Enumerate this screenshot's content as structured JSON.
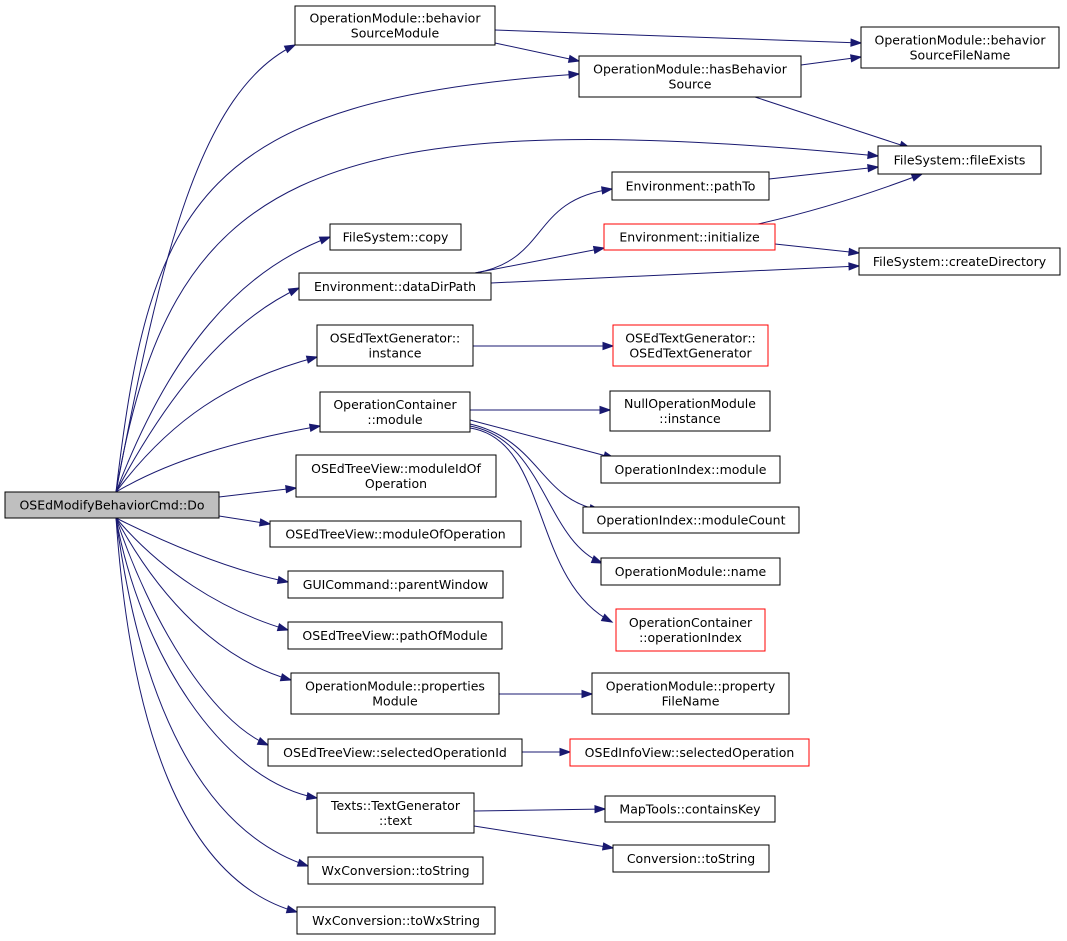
{
  "colors": {
    "edge": "#191970",
    "node_border": "#000000",
    "node_border_truncated": "#ff0000",
    "root_fill": "#bfbfbf",
    "node_fill": "#ffffff"
  },
  "nodes": [
    {
      "id": "root",
      "lines": [
        "OSEdModifyBehaviorCmd::Do"
      ],
      "style": "root"
    },
    {
      "id": "n1",
      "lines": [
        "OperationModule::behavior",
        "SourceModule"
      ],
      "style": "normal"
    },
    {
      "id": "n2",
      "lines": [
        "OperationModule::hasBehavior",
        "Source"
      ],
      "style": "normal"
    },
    {
      "id": "n3",
      "lines": [
        "FileSystem::fileExists"
      ],
      "style": "normal"
    },
    {
      "id": "n4",
      "lines": [
        "FileSystem::copy"
      ],
      "style": "normal"
    },
    {
      "id": "n5",
      "lines": [
        "Environment::dataDirPath"
      ],
      "style": "normal"
    },
    {
      "id": "n6",
      "lines": [
        "OSEdTextGenerator::",
        "instance"
      ],
      "style": "normal"
    },
    {
      "id": "n7",
      "lines": [
        "OperationContainer",
        "::module"
      ],
      "style": "normal"
    },
    {
      "id": "n8",
      "lines": [
        "OSEdTreeView::moduleIdOf",
        "Operation"
      ],
      "style": "normal"
    },
    {
      "id": "n9",
      "lines": [
        "OSEdTreeView::moduleOfOperation"
      ],
      "style": "normal"
    },
    {
      "id": "n10",
      "lines": [
        "GUICommand::parentWindow"
      ],
      "style": "normal"
    },
    {
      "id": "n11",
      "lines": [
        "OSEdTreeView::pathOfModule"
      ],
      "style": "normal"
    },
    {
      "id": "n12",
      "lines": [
        "OperationModule::properties",
        "Module"
      ],
      "style": "normal"
    },
    {
      "id": "n13",
      "lines": [
        "OSEdTreeView::selectedOperationId"
      ],
      "style": "normal"
    },
    {
      "id": "n14",
      "lines": [
        "Texts::TextGenerator",
        "::text"
      ],
      "style": "normal"
    },
    {
      "id": "n15",
      "lines": [
        "WxConversion::toString"
      ],
      "style": "normal"
    },
    {
      "id": "n16",
      "lines": [
        "WxConversion::toWxString"
      ],
      "style": "normal"
    },
    {
      "id": "n17",
      "lines": [
        "OperationModule::behavior",
        "SourceFileName"
      ],
      "style": "normal"
    },
    {
      "id": "n18",
      "lines": [
        "Environment::pathTo"
      ],
      "style": "normal"
    },
    {
      "id": "n19",
      "lines": [
        "Environment::initialize"
      ],
      "style": "truncated"
    },
    {
      "id": "n20",
      "lines": [
        "FileSystem::createDirectory"
      ],
      "style": "normal"
    },
    {
      "id": "n21",
      "lines": [
        "OSEdTextGenerator::",
        "OSEdTextGenerator"
      ],
      "style": "truncated"
    },
    {
      "id": "n22",
      "lines": [
        "NullOperationModule",
        "::instance"
      ],
      "style": "normal"
    },
    {
      "id": "n23",
      "lines": [
        "OperationIndex::module"
      ],
      "style": "normal"
    },
    {
      "id": "n24",
      "lines": [
        "OperationIndex::moduleCount"
      ],
      "style": "normal"
    },
    {
      "id": "n25",
      "lines": [
        "OperationModule::name"
      ],
      "style": "normal"
    },
    {
      "id": "n26",
      "lines": [
        "OperationContainer",
        "::operationIndex"
      ],
      "style": "truncated"
    },
    {
      "id": "n27",
      "lines": [
        "OperationModule::property",
        "FileName"
      ],
      "style": "normal"
    },
    {
      "id": "n28",
      "lines": [
        "OSEdInfoView::selectedOperation"
      ],
      "style": "truncated"
    },
    {
      "id": "n29",
      "lines": [
        "MapTools::containsKey"
      ],
      "style": "normal"
    },
    {
      "id": "n30",
      "lines": [
        "Conversion::toString"
      ],
      "style": "normal"
    }
  ],
  "edges": [
    [
      "root",
      "n1"
    ],
    [
      "root",
      "n2"
    ],
    [
      "root",
      "n3"
    ],
    [
      "root",
      "n4"
    ],
    [
      "root",
      "n5"
    ],
    [
      "root",
      "n6"
    ],
    [
      "root",
      "n7"
    ],
    [
      "root",
      "n8"
    ],
    [
      "root",
      "n9"
    ],
    [
      "root",
      "n10"
    ],
    [
      "root",
      "n11"
    ],
    [
      "root",
      "n12"
    ],
    [
      "root",
      "n13"
    ],
    [
      "root",
      "n14"
    ],
    [
      "root",
      "n15"
    ],
    [
      "root",
      "n16"
    ],
    [
      "n1",
      "n17"
    ],
    [
      "n1",
      "n2"
    ],
    [
      "n2",
      "n17"
    ],
    [
      "n2",
      "n3"
    ],
    [
      "n5",
      "n18"
    ],
    [
      "n5",
      "n19"
    ],
    [
      "n5",
      "n20"
    ],
    [
      "n18",
      "n3"
    ],
    [
      "n19",
      "n3"
    ],
    [
      "n19",
      "n20"
    ],
    [
      "n6",
      "n21"
    ],
    [
      "n7",
      "n22"
    ],
    [
      "n7",
      "n23"
    ],
    [
      "n7",
      "n24"
    ],
    [
      "n7",
      "n25"
    ],
    [
      "n7",
      "n26"
    ],
    [
      "n12",
      "n27"
    ],
    [
      "n13",
      "n28"
    ],
    [
      "n14",
      "n29"
    ],
    [
      "n14",
      "n30"
    ]
  ]
}
